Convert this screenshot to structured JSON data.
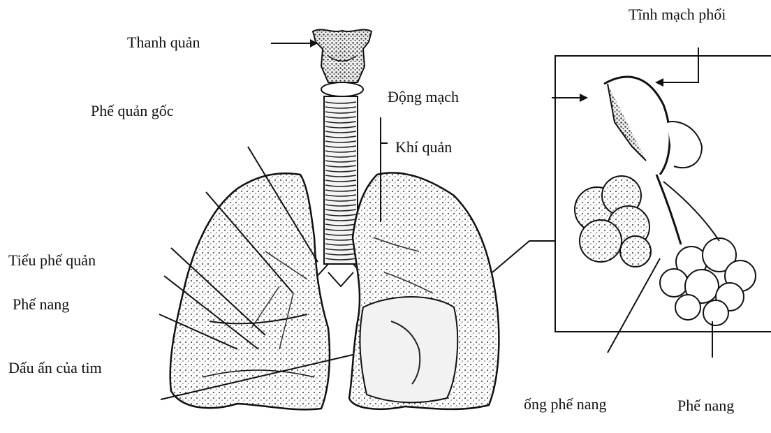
{
  "labels": {
    "larynx": "Thanh quản",
    "main_bronchus": "Phế quản gốc",
    "bronchiole": "Tiểu phế quản",
    "alveolus_left": "Phế nang",
    "heart_impression": "Dấu ấn của tim",
    "artery": "Động mạch",
    "trachea": "Khí quản",
    "pulmonary_vein": "Tĩnh mạch phổi",
    "alveolar_duct": "ống phế nang",
    "alveolus_right": "Phế nang"
  },
  "colors": {
    "ink": "#111111",
    "lung_fill": "#d9d9d9",
    "background": "#ffffff"
  }
}
